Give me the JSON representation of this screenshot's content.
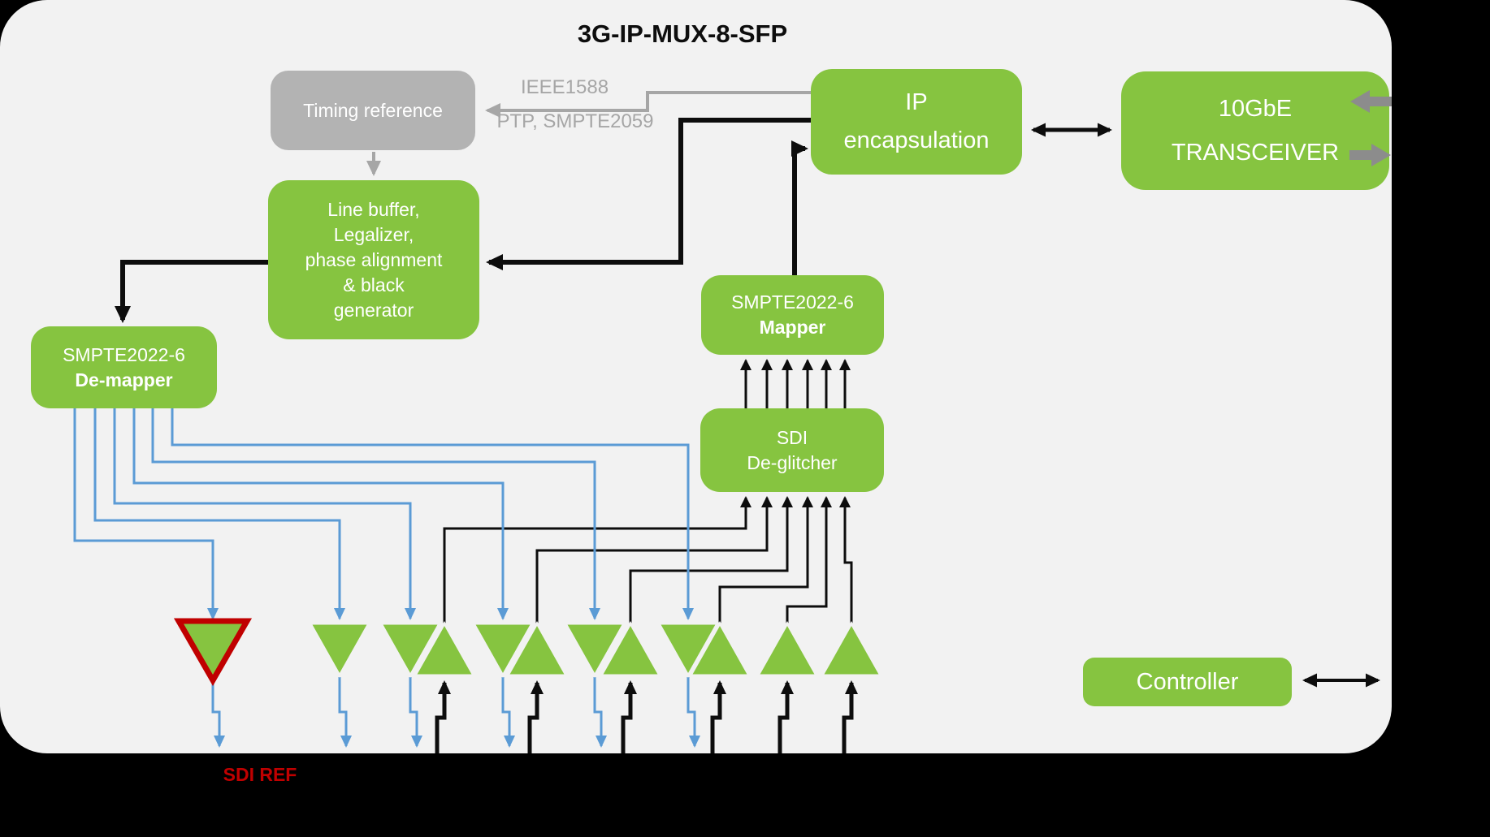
{
  "title": "3G-IP-MUX-8-SFP",
  "colors": {
    "green": "#86c440",
    "grayblock": "#b3b3b3",
    "linegray": "#a6a6a6",
    "blue": "#5b9bd5",
    "red": "#c00000",
    "canvas": "#f2f2f2",
    "bg": "#000000",
    "ink": "#0d0d0d"
  },
  "blocks": {
    "timing_reference": {
      "label": "Timing reference"
    },
    "line_buffer": {
      "lines": [
        "Line buffer,",
        "Legalizer,",
        "phase alignment",
        "& black",
        "generator"
      ]
    },
    "de_mapper": {
      "line1": "SMPTE2022-6",
      "line2": "De-mapper"
    },
    "ip_encapsulation": {
      "lines": [
        "IP",
        "encapsulation"
      ]
    },
    "transceiver": {
      "lines": [
        "10GbE",
        "TRANSCEIVER"
      ]
    },
    "mapper": {
      "line1": "SMPTE2022-6",
      "line2": "Mapper"
    },
    "de_glitcher": {
      "lines": [
        "SDI",
        "De-glitcher"
      ]
    },
    "controller": {
      "label": "Controller"
    }
  },
  "annotations": {
    "timing_protocol_line1": "IEEE1588",
    "timing_protocol_line2": "PTP, SMPTE2059",
    "sdi_ref_label": "SDI REF"
  }
}
